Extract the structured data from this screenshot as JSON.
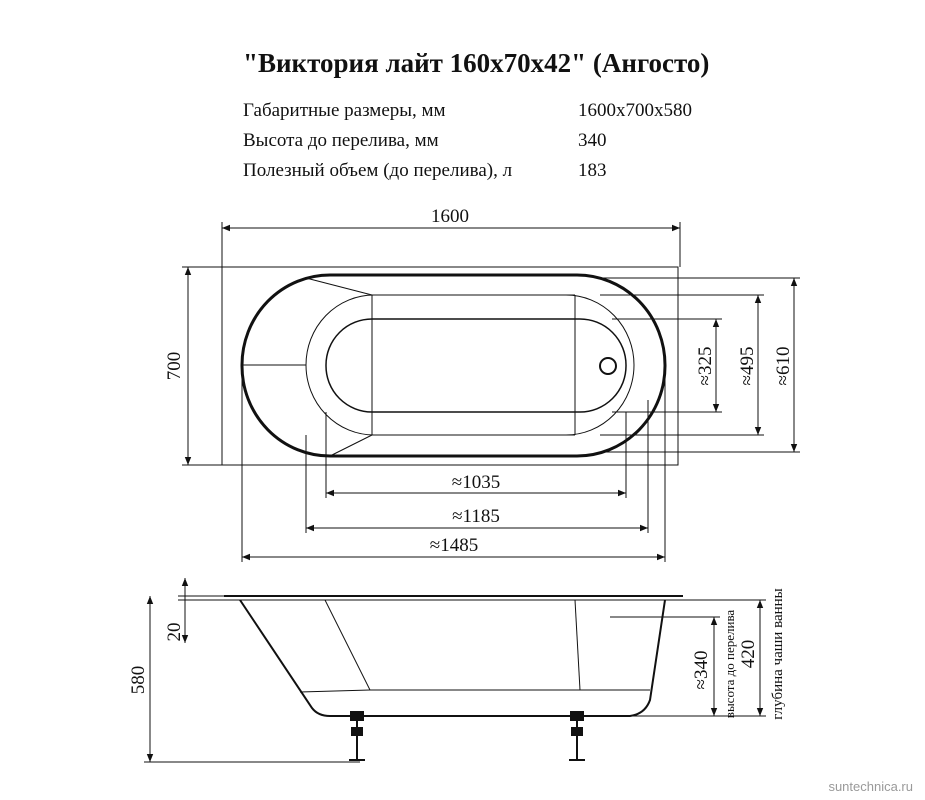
{
  "title": "\"Виктория лайт 160x70x42\" (Ангосто)",
  "specs": [
    {
      "label": "Габаритные размеры, мм",
      "value": "1600x700x580"
    },
    {
      "label": "Высота до перелива, мм",
      "value": "340"
    },
    {
      "label": "Полезный объем (до перелива), л",
      "value": "183"
    }
  ],
  "top_view": {
    "length": "1600",
    "width": "700",
    "inner_length_1": "≈1035",
    "inner_length_2": "≈1185",
    "inner_length_3": "≈1485",
    "inner_width_1": "≈325",
    "inner_width_2": "≈495",
    "inner_width_3": "≈610"
  },
  "side_view": {
    "rim": "20",
    "total_height": "580",
    "overflow_height": "≈340",
    "overflow_label": "высота до перелива",
    "bowl_depth": "420",
    "bowl_label": "глубина чаши ванны"
  },
  "watermark": "suntechnica.ru"
}
